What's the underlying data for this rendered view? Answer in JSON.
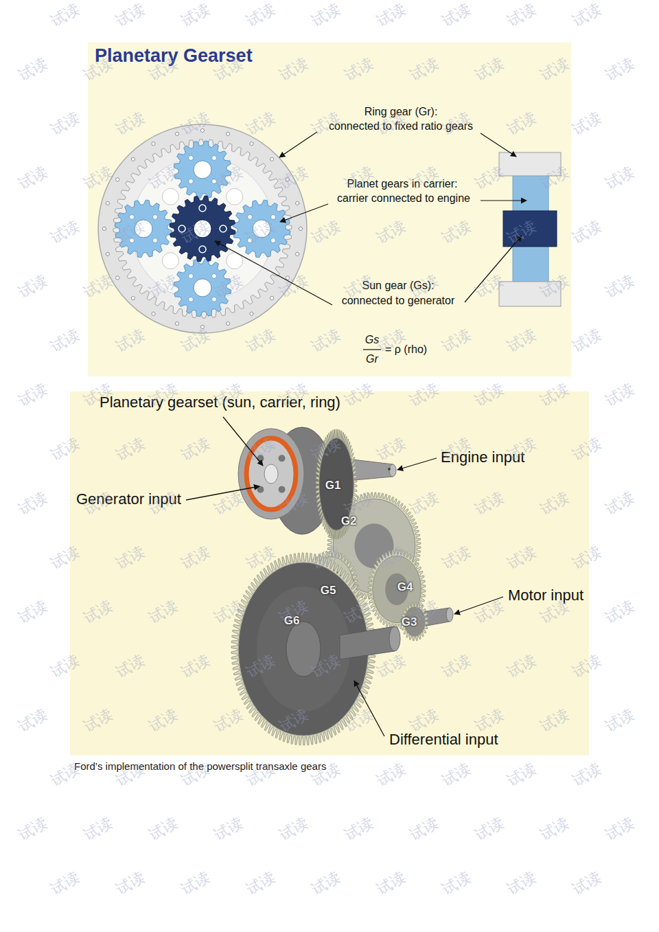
{
  "diagram": {
    "title": "Planetary Gearset",
    "caption": "Ford’s implementation of the powersplit transaxle gears",
    "labels": [
      "Ring gear (Gr):",
      "connected to fixed ratio gears",
      "Planet gears in carrier:",
      "carrier connected to engine",
      "Sun gear (Gs):",
      "connected to generator",
      "Gs",
      "Gr",
      "= ρ (rho)",
      "Planetary gearset (sun, carrier, ring)",
      "Engine input",
      "G1",
      "Generator input",
      "G2",
      "G5",
      "G4",
      "Motor input",
      "G6",
      "G3",
      "Differential input",
      "试读",
      "试读",
      "试读",
      "试读",
      "试读",
      "试读",
      "试读",
      "试读",
      "试读",
      "试读",
      "试读",
      "试读",
      "试读",
      "试读",
      "试读",
      "试读",
      "试读",
      "试读",
      "试读",
      "试读",
      "试读",
      "试读",
      "试读",
      "试读",
      "试读",
      "试读",
      "试读",
      "试读",
      "试读",
      "试读",
      "试读",
      "试读",
      "试读",
      "试读",
      "试读",
      "试读",
      "试读",
      "试读",
      "试读",
      "试读",
      "试读",
      "试读",
      "试读",
      "试读",
      "试读",
      "试读",
      "试读",
      "试读",
      "试读",
      "试读",
      "试读",
      "试读",
      "试读",
      "试读",
      "试读",
      "试读",
      "试读",
      "试读",
      "试读",
      "试读",
      "试读",
      "试读",
      "试读",
      "试读",
      "试读",
      "试读",
      "试读",
      "试读",
      "试读",
      "试读",
      "试读",
      "试读",
      "试读",
      "试读",
      "试读",
      "试读",
      "试读",
      "试读",
      "试读",
      "试读",
      "试读",
      "试读",
      "试读",
      "试读",
      "试读",
      "试读",
      "试读",
      "试读",
      "试读",
      "试读",
      "试读",
      "试读",
      "试读",
      "试读",
      "试读",
      "试读",
      "试读",
      "试读",
      "试读",
      "试读",
      "试读",
      "试读",
      "试读",
      "试读",
      "试读",
      "试读",
      "试读",
      "试读",
      "试读",
      "试读",
      "试读",
      "试读",
      "试读",
      "试读",
      "试读",
      "试读",
      "试读",
      "试读",
      "试读",
      "试读",
      "试读",
      "试读",
      "试读",
      "试读",
      "试读",
      "试读",
      "试读",
      "试读",
      "试读",
      "试读",
      "试读",
      "试读",
      "试读",
      "试读",
      "试读",
      "试读",
      "试读",
      "试读",
      "试读",
      "试读",
      "试读",
      "试读",
      "试读",
      "试读",
      "试读",
      "试读",
      "试读",
      "试读",
      "试读",
      "试读",
      "试读",
      "试读",
      "试读",
      "试读",
      "试读",
      "试读",
      "试读",
      "试读",
      "试读",
      "试读",
      "试读"
    ]
  }
}
